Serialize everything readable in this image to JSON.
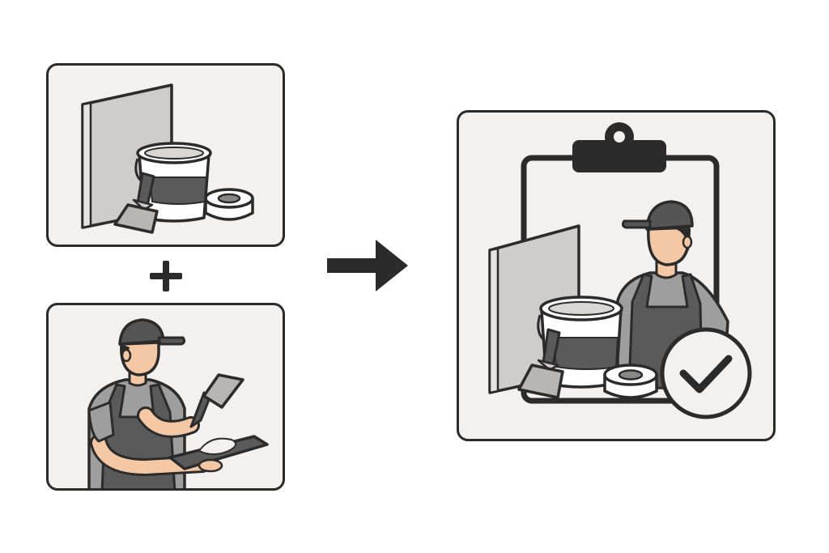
{
  "colors": {
    "ink": "#2b2b2b",
    "panel_bg": "#f3f1ef",
    "board": "#cfcdc9",
    "board_side": "#e6e4e1",
    "dark_grey": "#5a5a5a",
    "shirt": "#9e9e9e",
    "skin": "#f5c8a5",
    "cap": "#555555",
    "white": "#ffffff"
  },
  "panels": [
    {
      "id": "materials",
      "content": [
        "drywall-board",
        "compound-bucket",
        "putty-knife",
        "tape-roll"
      ]
    },
    {
      "id": "worker",
      "content": [
        "worker",
        "putty-knife",
        "hawk-board"
      ]
    },
    {
      "id": "result",
      "content": [
        "clipboard",
        "drywall-board",
        "compound-bucket",
        "putty-knife",
        "tape-roll",
        "worker",
        "check-badge"
      ]
    }
  ],
  "connectors": {
    "between_inputs": "plus-icon",
    "to_result": "arrow-right-icon"
  }
}
